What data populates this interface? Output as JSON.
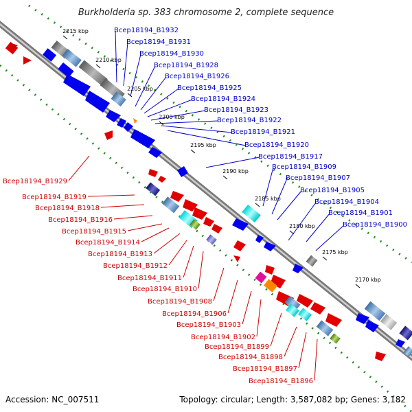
{
  "title": "Burkholderia sp. 383 chromosome 2, complete sequence",
  "footer": {
    "accession": "Accession: NC_007511",
    "summary": "Topology: circular; Length: 3,587,082 bp; Genes: 3,182"
  },
  "colors": {
    "top_strand_label": "#0000cc",
    "bottom_strand_label": "#cc0000",
    "backbone": "#8a8a8a",
    "dotted_guides": "#228B22"
  },
  "ticks": [
    "2215 kbp",
    "2210 kbp",
    "2205 kbp",
    "2200 kbp",
    "2195 kbp",
    "2190 kbp",
    "2185 kbp",
    "2180 kbp",
    "2175 kbp",
    "2170 kbp"
  ],
  "top_labels": [
    "Bcep18194_B1932",
    "Bcep18194_B1931",
    "Bcep18194_B1930",
    "Bcep18194_B1928",
    "Bcep18194_B1926",
    "Bcep18194_B1925",
    "Bcep18194_B1924",
    "Bcep18194_B1923",
    "Bcep18194_B1922",
    "Bcep18194_B1921",
    "Bcep18194_B1920",
    "Bcep18194_B1917",
    "Bcep18194_B1909",
    "Bcep18194_B1907",
    "Bcep18194_B1905",
    "Bcep18194_B1904",
    "Bcep18194_B1901",
    "Bcep18194_B1900"
  ],
  "bottom_labels": [
    "Bcep18194_B1929",
    "Bcep18194_B1919",
    "Bcep18194_B1918",
    "Bcep18194_B1916",
    "Bcep18194_B1915",
    "Bcep18194_B1914",
    "Bcep18194_B1913",
    "Bcep18194_B1912",
    "Bcep18194_B1911",
    "Bcep18194_B1910",
    "Bcep18194_B1908",
    "Bcep18194_B1906",
    "Bcep18194_B1903",
    "Bcep18194_B1902",
    "Bcep18194_B1899",
    "Bcep18194_B1898",
    "Bcep18194_B1897",
    "Bcep18194_B1896"
  ]
}
